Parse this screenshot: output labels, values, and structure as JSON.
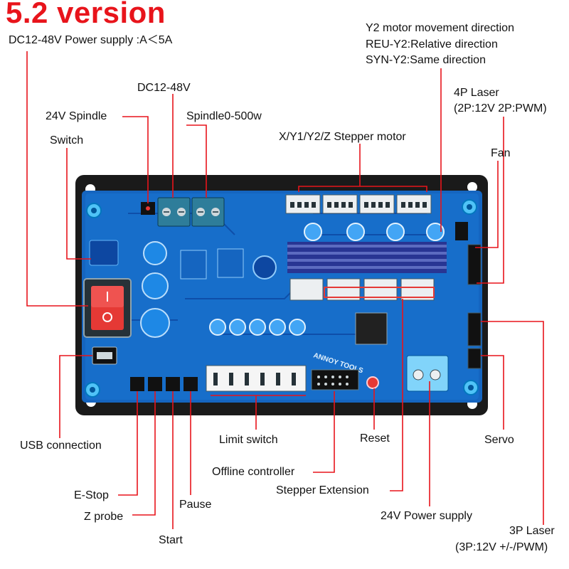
{
  "title": "5.2 version",
  "labels": {
    "power_supply": "DC12-48V Power supply :A＜5A",
    "dc_input": "DC12-48V",
    "spindle_24v": "24V Spindle",
    "spindle_power": "Spindle0-500w",
    "switch": "Switch",
    "stepper_motor": "X/Y1/Y2/Z Stepper motor",
    "y2_line1": "Y2 motor movement direction",
    "y2_line2": "REU-Y2:Relative direction",
    "y2_line3": "SYN-Y2:Same direction",
    "laser4p_line1": "4P Laser",
    "laser4p_line2": "(2P:12V 2P:PWM)",
    "fan": "Fan",
    "usb": "USB connection",
    "limit_switch": "Limit switch",
    "reset": "Reset",
    "servo": "Servo",
    "offline_controller": "Offline controller",
    "stepper_extension": "Stepper Extension",
    "estop": "E-Stop",
    "zprobe": "Z probe",
    "pause": "Pause",
    "start": "Start",
    "power_24v": "24V Power supply",
    "laser3p_line1": "3P Laser",
    "laser3p_line2": "(3P:12V +/-/PWM)"
  },
  "board_markings": {
    "brand": "ANNOY TOOLS"
  },
  "colors": {
    "title": "#e8141b",
    "leader": "#e8141b",
    "board": "#1565c0",
    "frame": "#1a1a1a"
  }
}
